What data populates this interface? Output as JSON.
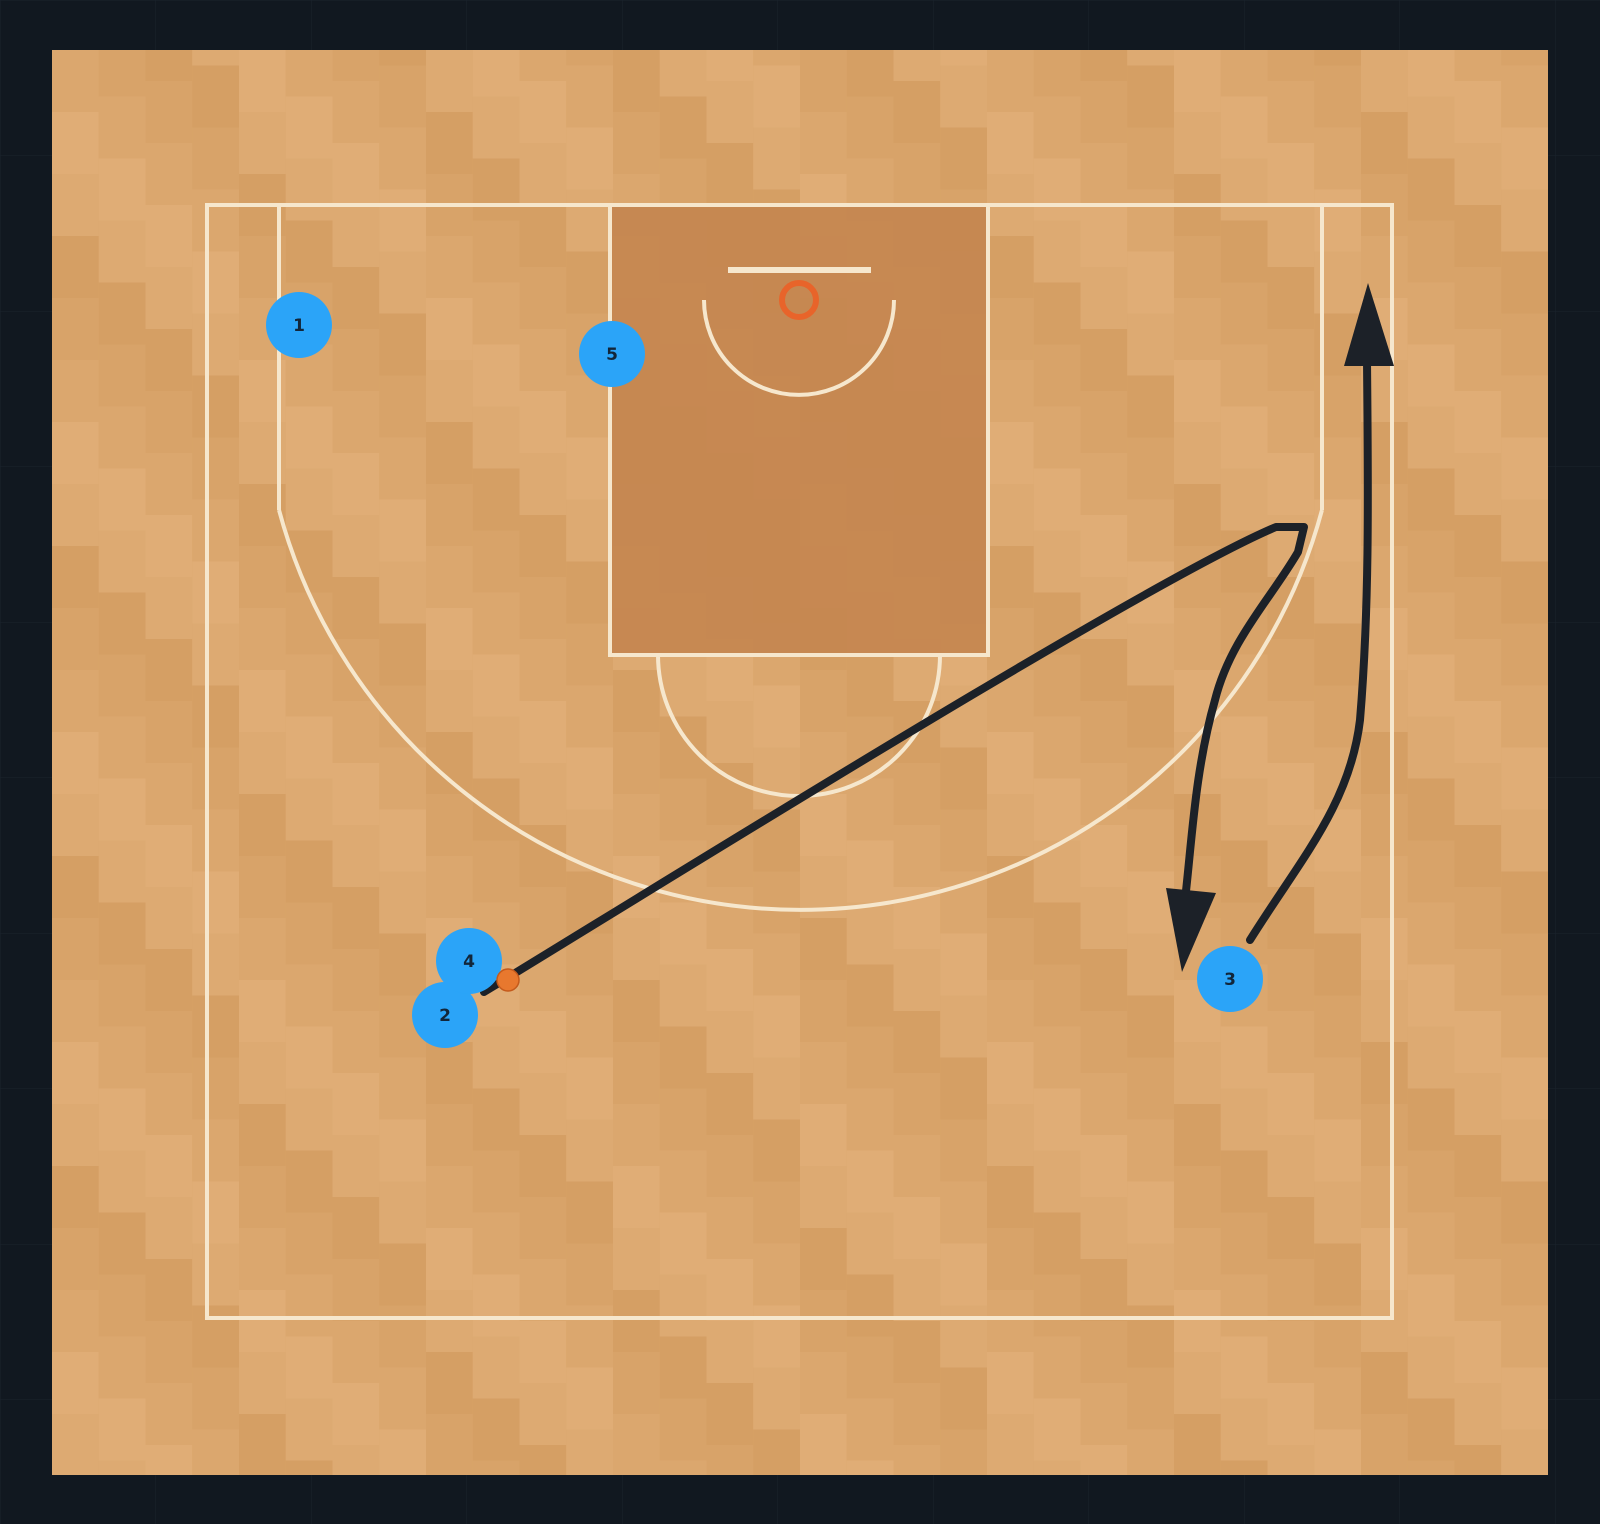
{
  "colors": {
    "page_background": "#111820",
    "court_floor": "#d9a46a",
    "court_floor_alt": "#dfac74",
    "paint": "#c4864f",
    "court_lines": "#f6e7cd",
    "player": "#2ba4f8",
    "player_text": "#12263a",
    "ball": "#e8782e",
    "rim": "#e8642a",
    "action_lines": "#1c2128"
  },
  "players": [
    {
      "label": "1",
      "icon": "player-circle"
    },
    {
      "label": "5",
      "icon": "player-circle"
    },
    {
      "label": "4",
      "icon": "player-circle"
    },
    {
      "label": "2",
      "icon": "player-circle"
    },
    {
      "label": "3",
      "icon": "player-circle"
    }
  ],
  "ball": {
    "holder": "4",
    "icon": "basketball"
  },
  "actions": [
    {
      "type": "dribble",
      "player": "4",
      "icon": "dribble-path"
    },
    {
      "type": "cut",
      "player": "3",
      "icon": "arrow"
    },
    {
      "type": "cut",
      "player": "3",
      "icon": "arrow"
    }
  ]
}
